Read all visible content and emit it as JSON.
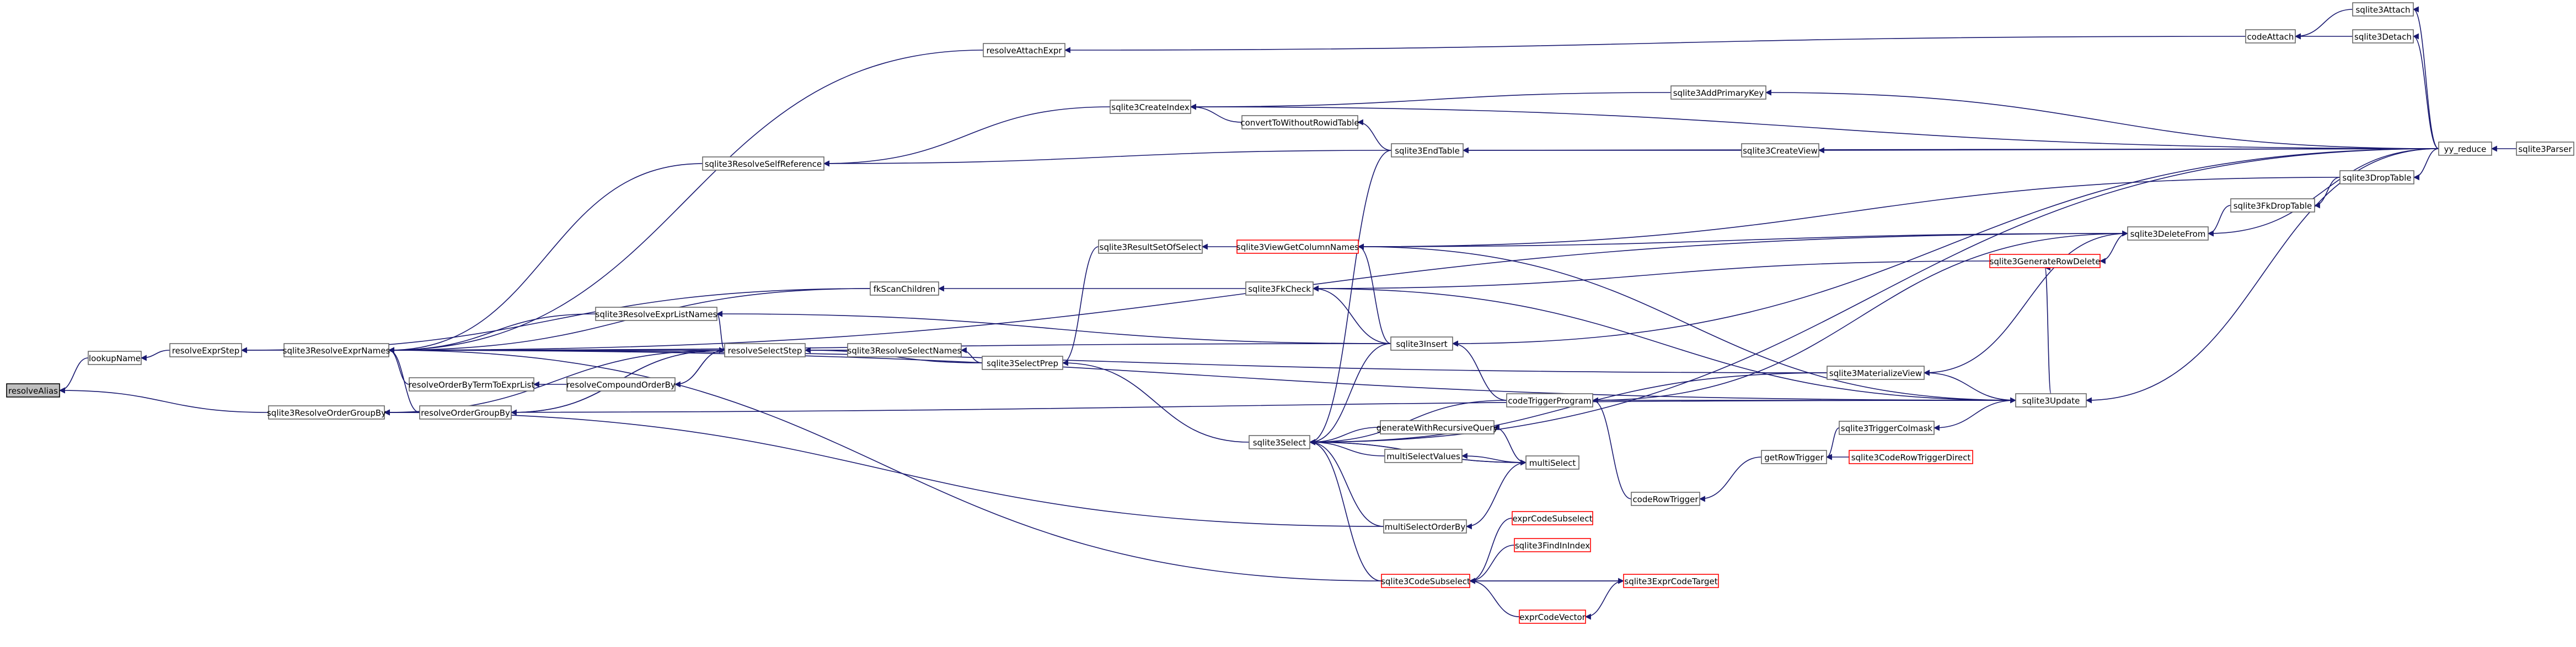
{
  "nodes": [
    {
      "id": "resolveAlias",
      "label": "resolveAlias",
      "selected": true
    },
    {
      "id": "lookupName",
      "label": "lookupName"
    },
    {
      "id": "resolveExprStep",
      "label": "resolveExprStep"
    },
    {
      "id": "sqlite3ResolveExprNames",
      "label": "sqlite3ResolveExprNames"
    },
    {
      "id": "sqlite3ResolveOrderGroupBy",
      "label": "sqlite3ResolveOrderGroupBy"
    },
    {
      "id": "resolveAttachExpr",
      "label": "resolveAttachExpr"
    },
    {
      "id": "sqlite3ResolveSelfReference",
      "label": "sqlite3ResolveSelfReference"
    },
    {
      "id": "sqlite3ResolveExprListNames",
      "label": "sqlite3ResolveExprListNames"
    },
    {
      "id": "resolveSelectStep",
      "label": "resolveSelectStep"
    },
    {
      "id": "sqlite3ResolveSelectNames",
      "label": "sqlite3ResolveSelectNames"
    },
    {
      "id": "resolveOrderByTermToExprList",
      "label": "resolveOrderByTermToExprList"
    },
    {
      "id": "resolveCompoundOrderBy",
      "label": "resolveCompoundOrderBy"
    },
    {
      "id": "resolveOrderGroupBy",
      "label": "resolveOrderGroupBy"
    },
    {
      "id": "fkScanChildren",
      "label": "fkScanChildren"
    },
    {
      "id": "sqlite3SelectPrep",
      "label": "sqlite3SelectPrep"
    },
    {
      "id": "sqlite3ResultSetOfSelect",
      "label": "sqlite3ResultSetOfSelect"
    },
    {
      "id": "sqlite3CreateIndex",
      "label": "sqlite3CreateIndex"
    },
    {
      "id": "convertToWithoutRowidTable",
      "label": "convertToWithoutRowidTable"
    },
    {
      "id": "sqlite3EndTable",
      "label": "sqlite3EndTable"
    },
    {
      "id": "sqlite3ViewGetColumnNames",
      "label": "sqlite3ViewGetColumnNames",
      "red": true
    },
    {
      "id": "sqlite3FkCheck",
      "label": "sqlite3FkCheck"
    },
    {
      "id": "sqlite3Insert",
      "label": "sqlite3Insert"
    },
    {
      "id": "sqlite3Select",
      "label": "sqlite3Select"
    },
    {
      "id": "generateWithRecursiveQuery",
      "label": "generateWithRecursiveQuery"
    },
    {
      "id": "multiSelectValues",
      "label": "multiSelectValues"
    },
    {
      "id": "multiSelect",
      "label": "multiSelect"
    },
    {
      "id": "multiSelectOrderBy",
      "label": "multiSelectOrderBy"
    },
    {
      "id": "codeTriggerProgram",
      "label": "codeTriggerProgram"
    },
    {
      "id": "codeRowTrigger",
      "label": "codeRowTrigger"
    },
    {
      "id": "sqlite3CodeSubselect",
      "label": "sqlite3CodeSubselect",
      "red": true
    },
    {
      "id": "exprCodeSubselect",
      "label": "exprCodeSubselect",
      "red": true
    },
    {
      "id": "sqlite3FindInIndex",
      "label": "sqlite3FindInIndex",
      "red": true
    },
    {
      "id": "sqlite3ExprCodeTarget",
      "label": "sqlite3ExprCodeTarget",
      "red": true
    },
    {
      "id": "exprCodeVector",
      "label": "exprCodeVector",
      "red": true
    },
    {
      "id": "codeAttach",
      "label": "codeAttach"
    },
    {
      "id": "sqlite3Attach",
      "label": "sqlite3Attach"
    },
    {
      "id": "sqlite3Detach",
      "label": "sqlite3Detach"
    },
    {
      "id": "sqlite3AddPrimaryKey",
      "label": "sqlite3AddPrimaryKey"
    },
    {
      "id": "sqlite3CreateView",
      "label": "sqlite3CreateView"
    },
    {
      "id": "sqlite3GenerateRowDelete",
      "label": "sqlite3GenerateRowDelete",
      "red": true
    },
    {
      "id": "sqlite3MaterializeView",
      "label": "sqlite3MaterializeView"
    },
    {
      "id": "getRowTrigger",
      "label": "getRowTrigger"
    },
    {
      "id": "sqlite3TriggerColmask",
      "label": "sqlite3TriggerColmask"
    },
    {
      "id": "sqlite3CodeRowTriggerDirect",
      "label": "sqlite3CodeRowTriggerDirect",
      "red": true
    },
    {
      "id": "sqlite3DeleteFrom",
      "label": "sqlite3DeleteFrom"
    },
    {
      "id": "sqlite3FkDropTable",
      "label": "sqlite3FkDropTable"
    },
    {
      "id": "sqlite3DropTable",
      "label": "sqlite3DropTable"
    },
    {
      "id": "sqlite3Update",
      "label": "sqlite3Update"
    },
    {
      "id": "yy_reduce",
      "label": "yy_reduce"
    },
    {
      "id": "sqlite3Parser",
      "label": "sqlite3Parser"
    }
  ],
  "edges": [
    [
      "lookupName",
      "resolveAlias"
    ],
    [
      "sqlite3ResolveOrderGroupBy",
      "resolveAlias"
    ],
    [
      "resolveExprStep",
      "lookupName"
    ],
    [
      "sqlite3ResolveExprNames",
      "resolveExprStep"
    ],
    [
      "fkScanChildren",
      "resolveExprStep"
    ],
    [
      "resolveAttachExpr",
      "sqlite3ResolveExprNames"
    ],
    [
      "sqlite3ResolveSelfReference",
      "sqlite3ResolveExprNames"
    ],
    [
      "sqlite3ResolveExprListNames",
      "sqlite3ResolveExprNames"
    ],
    [
      "resolveSelectStep",
      "sqlite3ResolveExprNames"
    ],
    [
      "sqlite3ResolveSelectNames",
      "sqlite3ResolveExprNames"
    ],
    [
      "resolveOrderByTermToExprList",
      "sqlite3ResolveExprNames"
    ],
    [
      "resolveOrderGroupBy",
      "sqlite3ResolveExprNames"
    ],
    [
      "fkScanChildren",
      "sqlite3ResolveExprNames"
    ],
    [
      "sqlite3DeleteFrom",
      "sqlite3ResolveExprNames"
    ],
    [
      "sqlite3Insert",
      "sqlite3ResolveExprNames"
    ],
    [
      "sqlite3MaterializeView",
      "sqlite3ResolveExprNames"
    ],
    [
      "sqlite3Update",
      "sqlite3ResolveExprNames"
    ],
    [
      "sqlite3CodeSubselect",
      "sqlite3ResolveExprNames"
    ],
    [
      "resolveSelectStep",
      "sqlite3ResolveOrderGroupBy"
    ],
    [
      "multiSelectOrderBy",
      "sqlite3ResolveOrderGroupBy"
    ],
    [
      "sqlite3Update",
      "sqlite3ResolveOrderGroupBy"
    ],
    [
      "codeAttach",
      "resolveAttachExpr"
    ],
    [
      "sqlite3CreateIndex",
      "sqlite3ResolveSelfReference"
    ],
    [
      "sqlite3EndTable",
      "sqlite3ResolveSelfReference"
    ],
    [
      "resolveSelectStep",
      "sqlite3ResolveExprListNames"
    ],
    [
      "sqlite3Insert",
      "sqlite3ResolveExprListNames"
    ],
    [
      "sqlite3ResolveSelectNames",
      "resolveSelectStep"
    ],
    [
      "resolveCompoundOrderBy",
      "resolveSelectStep"
    ],
    [
      "resolveOrderGroupBy",
      "resolveSelectStep"
    ],
    [
      "sqlite3SelectPrep",
      "resolveSelectStep"
    ],
    [
      "sqlite3SelectPrep",
      "sqlite3ResolveSelectNames"
    ],
    [
      "resolveCompoundOrderBy",
      "resolveOrderByTermToExprList"
    ],
    [
      "resolveSelectStep",
      "resolveCompoundOrderBy"
    ],
    [
      "resolveSelectStep",
      "resolveOrderGroupBy"
    ],
    [
      "sqlite3FkCheck",
      "fkScanChildren"
    ],
    [
      "sqlite3ResultSetOfSelect",
      "sqlite3SelectPrep"
    ],
    [
      "sqlite3Select",
      "sqlite3SelectPrep"
    ],
    [
      "sqlite3ViewGetColumnNames",
      "sqlite3ResultSetOfSelect"
    ],
    [
      "yy_reduce",
      "sqlite3CreateIndex"
    ],
    [
      "sqlite3AddPrimaryKey",
      "sqlite3CreateIndex"
    ],
    [
      "convertToWithoutRowidTable",
      "sqlite3CreateIndex"
    ],
    [
      "sqlite3EndTable",
      "convertToWithoutRowidTable"
    ],
    [
      "yy_reduce",
      "sqlite3EndTable"
    ],
    [
      "sqlite3CreateView",
      "sqlite3EndTable"
    ],
    [
      "sqlite3DropTable",
      "sqlite3ViewGetColumnNames"
    ],
    [
      "sqlite3DeleteFrom",
      "sqlite3ViewGetColumnNames"
    ],
    [
      "sqlite3Insert",
      "sqlite3ViewGetColumnNames"
    ],
    [
      "sqlite3Update",
      "sqlite3ViewGetColumnNames"
    ],
    [
      "sqlite3GenerateRowDelete",
      "sqlite3FkCheck"
    ],
    [
      "sqlite3Insert",
      "sqlite3FkCheck"
    ],
    [
      "sqlite3Update",
      "sqlite3FkCheck"
    ],
    [
      "yy_reduce",
      "sqlite3Insert"
    ],
    [
      "codeTriggerProgram",
      "sqlite3Insert"
    ],
    [
      "sqlite3EndTable",
      "sqlite3Select"
    ],
    [
      "sqlite3Insert",
      "sqlite3Select"
    ],
    [
      "generateWithRecursiveQuery",
      "sqlite3Select"
    ],
    [
      "multiSelectValues",
      "sqlite3Select"
    ],
    [
      "multiSelect",
      "sqlite3Select"
    ],
    [
      "multiSelectOrderBy",
      "sqlite3Select"
    ],
    [
      "codeTriggerProgram",
      "sqlite3Select"
    ],
    [
      "sqlite3MaterializeView",
      "sqlite3Select"
    ],
    [
      "sqlite3CodeSubselect",
      "sqlite3Select"
    ],
    [
      "yy_reduce",
      "sqlite3Select"
    ],
    [
      "multiSelect",
      "generateWithRecursiveQuery"
    ],
    [
      "multiSelect",
      "multiSelectValues"
    ],
    [
      "sqlite3Select",
      "multiSelect"
    ],
    [
      "multiSelect",
      "multiSelectOrderBy"
    ],
    [
      "codeRowTrigger",
      "codeTriggerProgram"
    ],
    [
      "getRowTrigger",
      "codeRowTrigger"
    ],
    [
      "exprCodeSubselect",
      "sqlite3CodeSubselect"
    ],
    [
      "sqlite3FindInIndex",
      "sqlite3CodeSubselect"
    ],
    [
      "sqlite3ExprCodeTarget",
      "sqlite3CodeSubselect"
    ],
    [
      "exprCodeVector",
      "sqlite3CodeSubselect"
    ],
    [
      "sqlite3CodeSubselect",
      "sqlite3ExprCodeTarget"
    ],
    [
      "sqlite3ExprCodeTarget",
      "exprCodeVector"
    ],
    [
      "sqlite3Attach",
      "codeAttach"
    ],
    [
      "sqlite3Detach",
      "codeAttach"
    ],
    [
      "yy_reduce",
      "sqlite3Attach"
    ],
    [
      "yy_reduce",
      "sqlite3Detach"
    ],
    [
      "yy_reduce",
      "sqlite3AddPrimaryKey"
    ],
    [
      "yy_reduce",
      "sqlite3CreateView"
    ],
    [
      "sqlite3DeleteFrom",
      "sqlite3GenerateRowDelete"
    ],
    [
      "sqlite3Update",
      "sqlite3GenerateRowDelete"
    ],
    [
      "sqlite3DeleteFrom",
      "sqlite3MaterializeView"
    ],
    [
      "sqlite3Update",
      "sqlite3MaterializeView"
    ],
    [
      "sqlite3TriggerColmask",
      "getRowTrigger"
    ],
    [
      "sqlite3CodeRowTriggerDirect",
      "getRowTrigger"
    ],
    [
      "sqlite3Update",
      "sqlite3TriggerColmask"
    ],
    [
      "yy_reduce",
      "sqlite3DeleteFrom"
    ],
    [
      "sqlite3FkDropTable",
      "sqlite3DeleteFrom"
    ],
    [
      "sqlite3DropTable",
      "sqlite3FkDropTable"
    ],
    [
      "yy_reduce",
      "sqlite3DropTable"
    ],
    [
      "yy_reduce",
      "sqlite3Update"
    ],
    [
      "codeTriggerProgram",
      "sqlite3DeleteFrom"
    ],
    [
      "codeTriggerProgram",
      "sqlite3Update"
    ],
    [
      "sqlite3Parser",
      "yy_reduce"
    ]
  ]
}
